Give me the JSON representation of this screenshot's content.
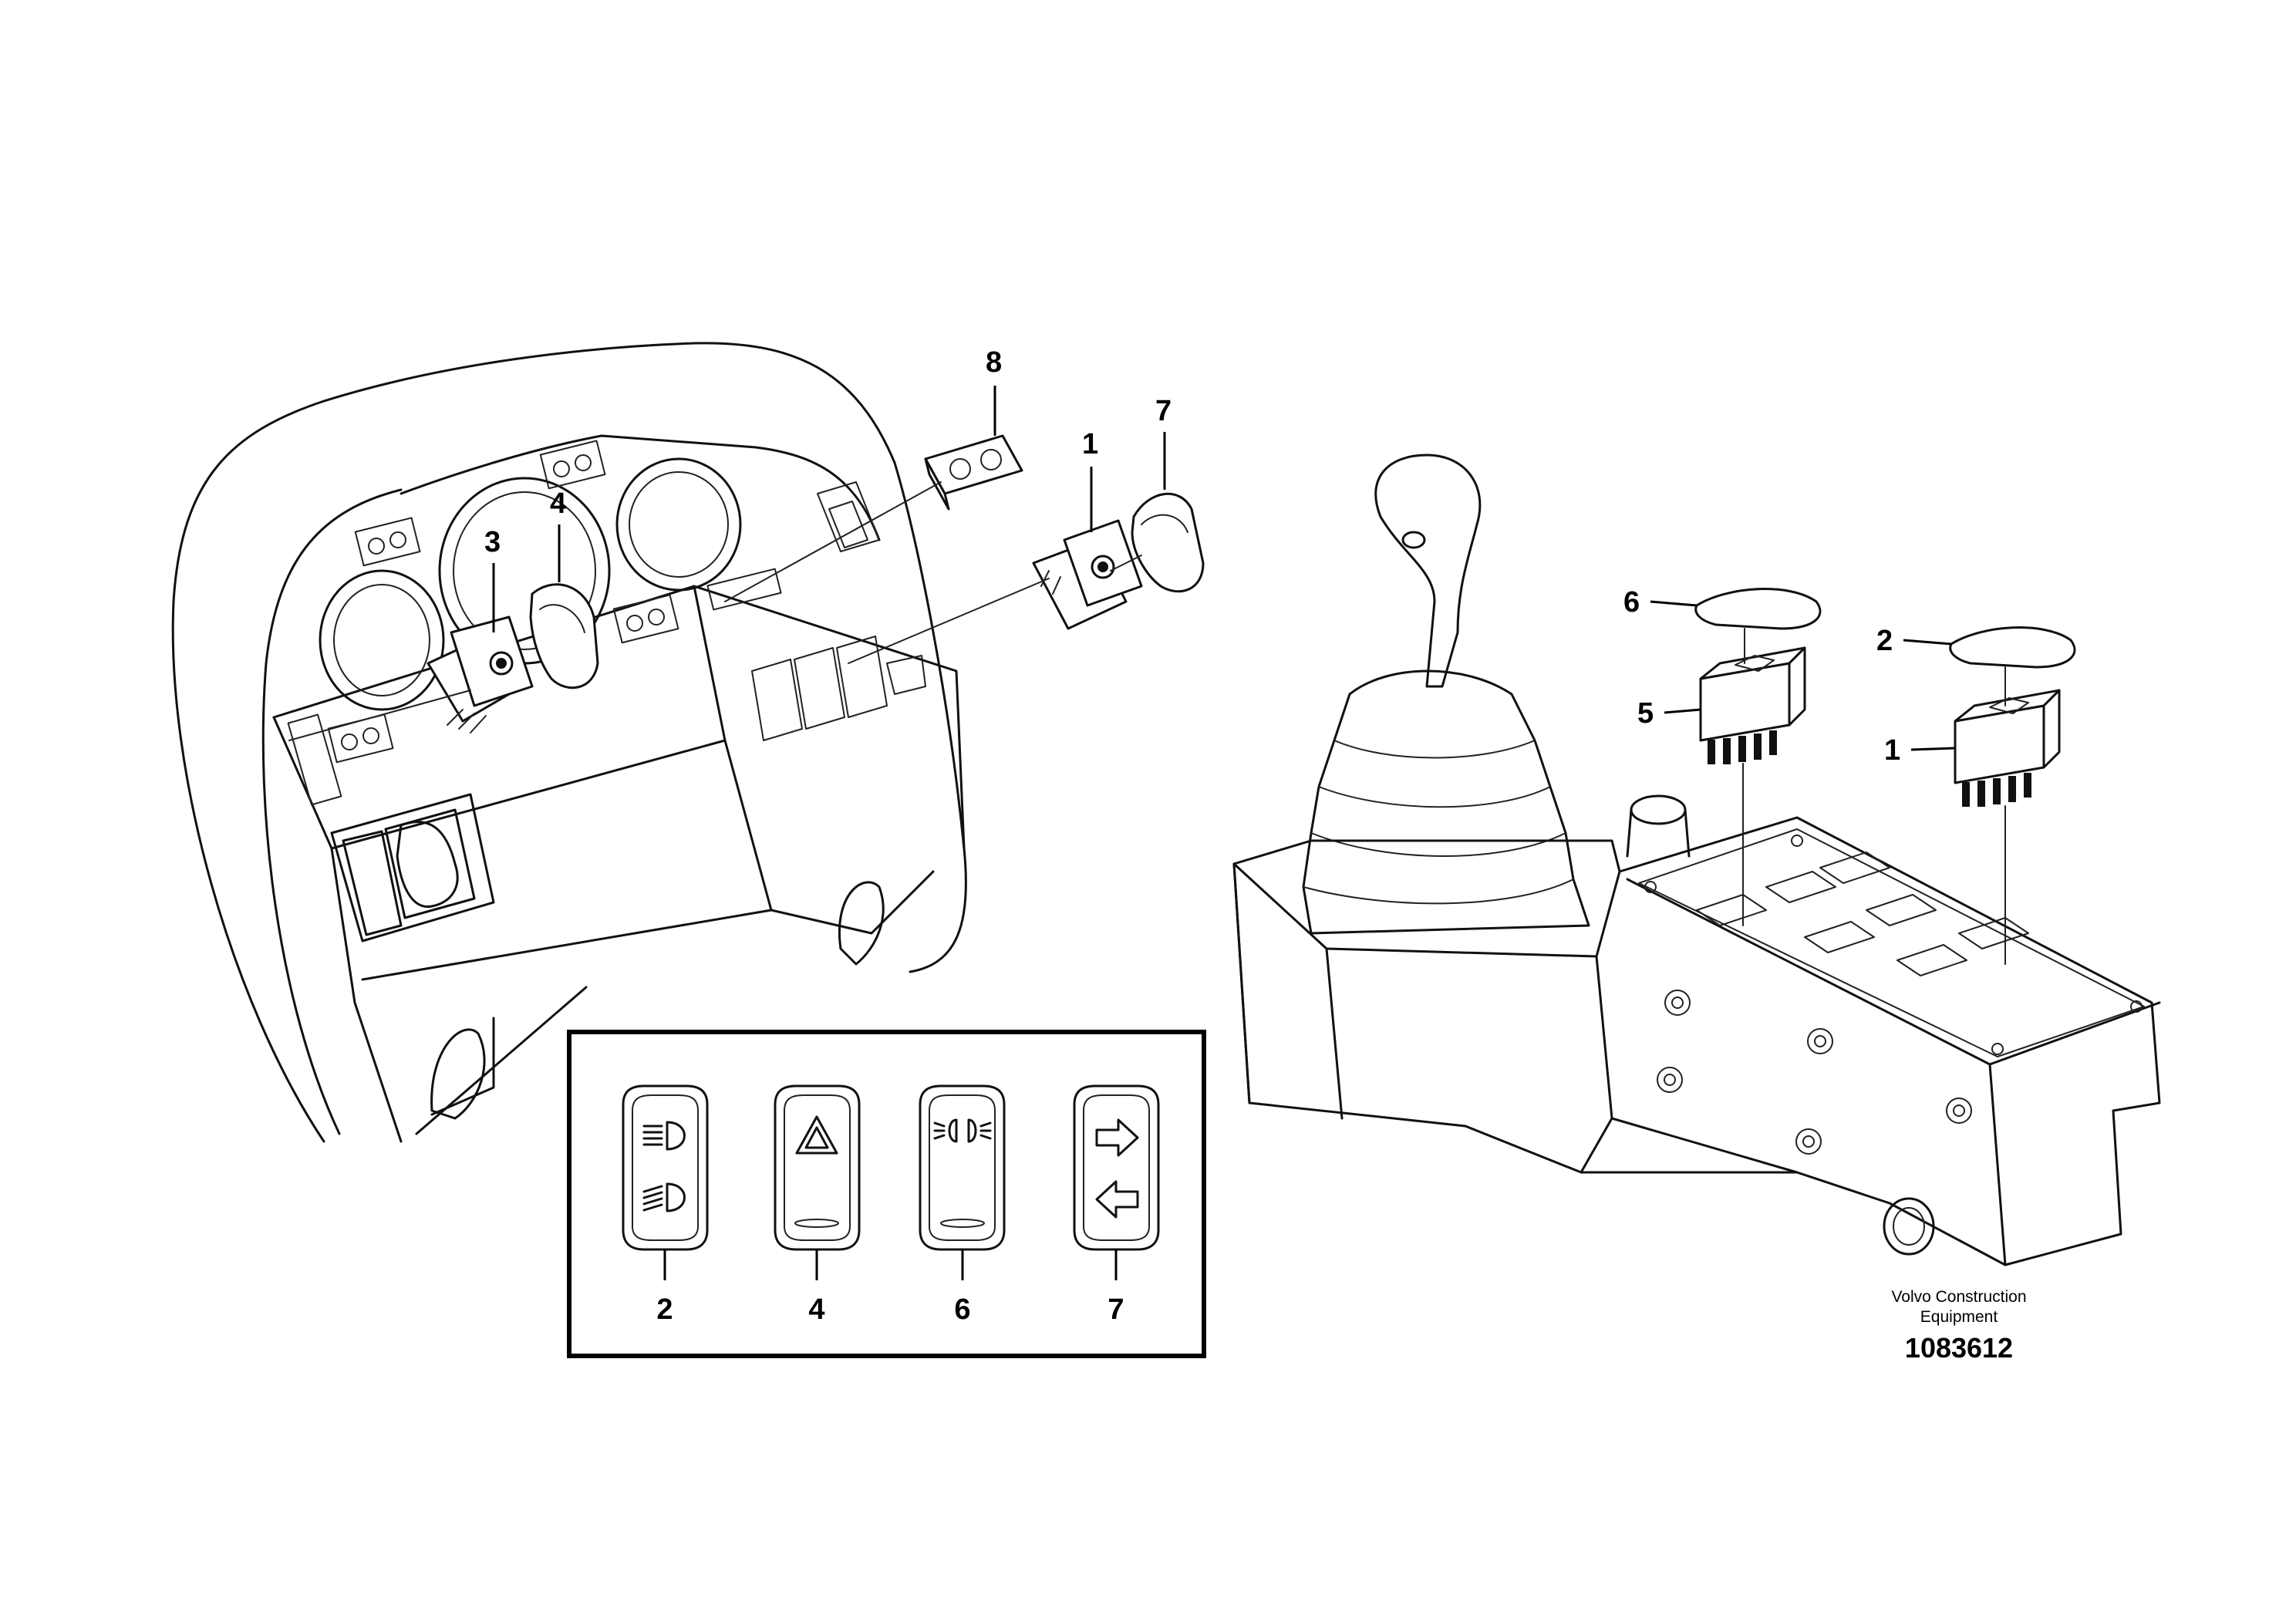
{
  "callouts": {
    "dash": [
      "8",
      "7",
      "1",
      "4",
      "3"
    ],
    "console": [
      "6",
      "2",
      "5",
      "1"
    ],
    "legend": [
      "2",
      "4",
      "6",
      "7"
    ]
  },
  "legend_icons": [
    "headlight-beam-icon",
    "hazard-triangle-icon",
    "parking-light-icon",
    "turn-signal-arrows-icon"
  ],
  "footer": {
    "manufacturer_line1": "Volvo Construction",
    "manufacturer_line2": "Equipment",
    "drawing_number": "1083612"
  },
  "colors": {
    "line": "#111111",
    "background": "#ffffff"
  }
}
